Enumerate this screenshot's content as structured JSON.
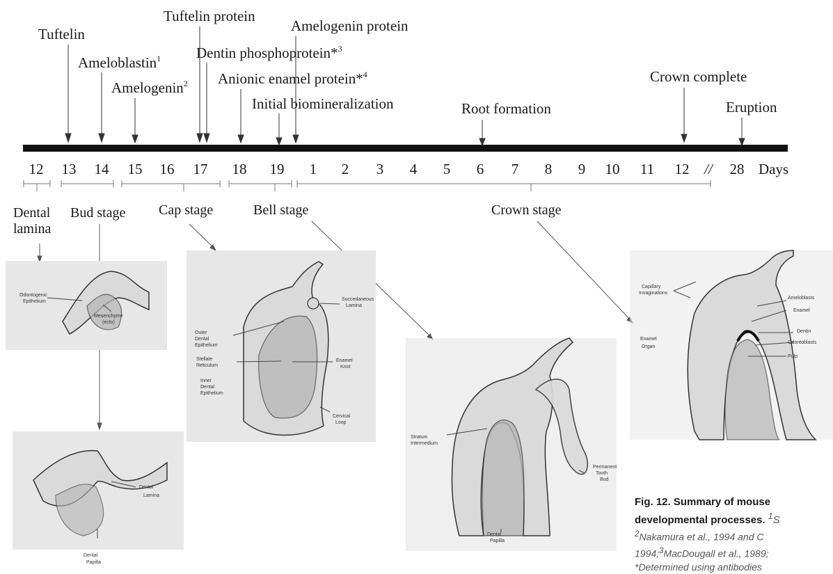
{
  "events": [
    {
      "label": "Tuftelin"
    },
    {
      "label": "Ameloblastin",
      "sup": "1"
    },
    {
      "label": "Amelogenin",
      "sup": "2"
    },
    {
      "label": "Tuftelin protein"
    },
    {
      "label": "Amelogenin  protein"
    },
    {
      "label": "Dentin phosphoprotein*",
      "sup": "3"
    },
    {
      "label": "Anionic enamel protein*",
      "sup": "4"
    },
    {
      "label": "Initial biomineralization"
    },
    {
      "label": "Root formation"
    },
    {
      "label": "Crown complete"
    },
    {
      "label": "Eruption"
    }
  ],
  "timeline": {
    "days": [
      "12",
      "13",
      "14",
      "15",
      "16",
      "17",
      "18",
      "19",
      "1",
      "2",
      "3",
      "4",
      "5",
      "6",
      "7",
      "8",
      "9",
      "10",
      "11",
      "12",
      "//",
      "28"
    ],
    "unit": "Days"
  },
  "stages": [
    {
      "label": "Dental",
      "label2": "lamina"
    },
    {
      "label": "Bud stage"
    },
    {
      "label": "Cap stage"
    },
    {
      "label": "Bell stage"
    },
    {
      "label": "Crown stage"
    }
  ],
  "panel_labels": {
    "bud": [
      "Odontogenic",
      "Epithelium",
      "Mesenchyme",
      "(ecto)"
    ],
    "lamina": [
      "Dental",
      "Lamina",
      "Dental",
      "Papilla"
    ],
    "cap": [
      "Succedaneous",
      "Lamina",
      "Outer",
      "Dental",
      "Epithelium",
      "Stellate",
      "Reticulum",
      "Inner",
      "Dental",
      "Epithelium",
      "Enamel",
      "Knot",
      "Cervical",
      "Loop"
    ],
    "bell": [
      "Stratum",
      "Intermedium",
      "Permanent",
      "Tooth",
      "Bud",
      "Dental",
      "Papilla"
    ],
    "crown": [
      "Capillary",
      "Invaginations",
      "Ameloblasts",
      "Enamel",
      "Dentin",
      "Odontoblasts",
      "Pulp",
      "Enamel",
      "Organ"
    ]
  },
  "caption": {
    "title_line1": "Fig. 12. Summary of mouse",
    "title_line2": "developmental processes.",
    "ref_sup": "1",
    "ref_line1": "S",
    "ref_line2": "Nakamura et al., 1994 and C",
    "ref_line3": "1994;",
    "ref_line3b": "MacDougall et al., 1989;",
    "ref_sup2": "2",
    "ref_sup3": "3",
    "ref_line4": "*Determined using antibodies"
  }
}
